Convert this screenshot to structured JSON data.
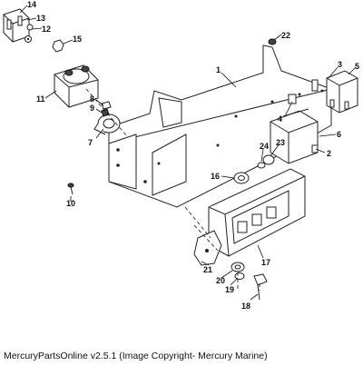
{
  "callouts": [
    "1",
    "2",
    "3",
    "4",
    "5",
    "6",
    "7",
    "8",
    "9",
    "10",
    "11",
    "12",
    "13",
    "14",
    "15",
    "16",
    "17",
    "18",
    "19",
    "20",
    "21",
    "22",
    "23",
    "24"
  ],
  "caption": "MercuryPartsOnline v2.5.1 (Image Copyright- Mercury Marine)"
}
